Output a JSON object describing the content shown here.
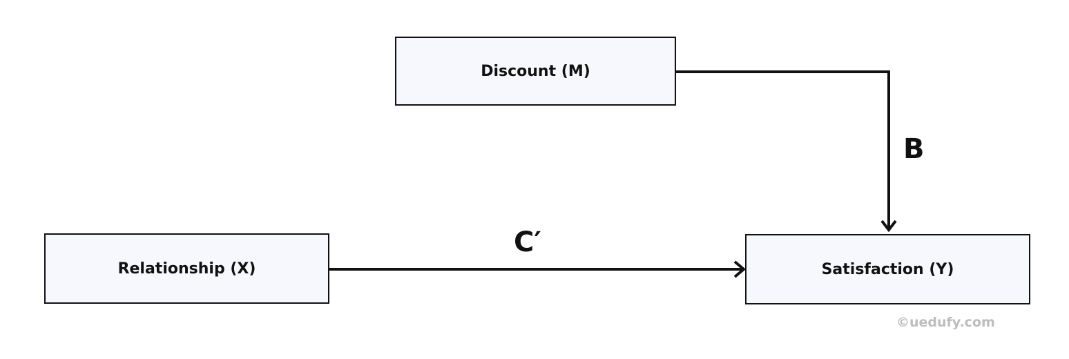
{
  "nodes": {
    "mediator": "Discount (M)",
    "independent": "Relationship (X)",
    "dependent": "Satisfaction (Y)"
  },
  "paths": {
    "b_label": "B",
    "c_prime_label": "C′"
  },
  "watermark": "©uedufy.com",
  "colors": {
    "box_fill": "#f7f8fd",
    "stroke": "#111111",
    "watermark": "#bdbdbd"
  }
}
